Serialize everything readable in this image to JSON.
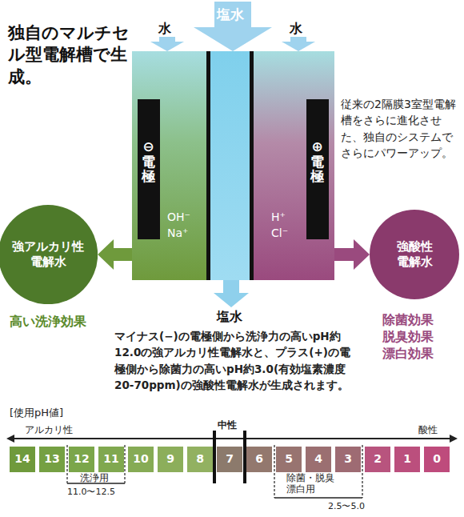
{
  "diagram": {
    "title": "独自のマルチセル型電解槽で生成。",
    "nodes": [
      {
        "text": [
          "OH⁻ Na⁺"
        ]
      },
      {
        "text": [
          "⊖電極"
        ],
        "in": 0
      },
      {
        "text": [
          "H⁺ Cl⁻"
        ]
      },
      {
        "text": [
          "⊕電極"
        ],
        "in": 2
      },
      {
        "text": [
          "強アルカリ性電解水"
        ]
      },
      {
        "text": [
          "強酸性電解水"
        ]
      },
      {
        "text": [
          "14"
        ]
      },
      {
        "text": [
          "13"
        ]
      },
      {
        "text": [
          "12"
        ]
      },
      {
        "text": [
          "11"
        ]
      },
      {
        "text": [
          "10"
        ]
      },
      {
        "text": [
          "9"
        ]
      },
      {
        "text": [
          "8"
        ]
      },
      {
        "text": [
          "7"
        ]
      },
      {
        "text": [
          "6"
        ]
      },
      {
        "text": [
          "5"
        ]
      },
      {
        "text": [
          "4"
        ]
      },
      {
        "text": [
          "3"
        ]
      },
      {
        "text": [
          "2"
        ]
      },
      {
        "text": [
          "1"
        ]
      },
      {
        "text": [
          "0"
        ]
      }
    ],
    "edges": [
      {
        "from": 0,
        "to": 4,
        "arrow": "to"
      },
      {
        "from": 2,
        "to": 5,
        "arrow": "to"
      }
    ],
    "labels": [
      "水",
      "塩水",
      "水",
      "従来の2隔膜3室型電解槽をさらに進化させた、独自のシステムでさらにパワーアップ。",
      "塩水",
      "高い洗浄効果",
      "除菌効果 脱臭効果 漂白効果",
      "マイナス(−)の電極側から洗浄力の高いpH約12.0の強アルカリ性電解水と、プラス(+)の電極側から除菌力の高いpH約3.0(有効塩素濃度20-70ppm)の強酸性電解水が生成されます。",
      "[使用pH値]",
      "アルカリ性",
      "中性",
      "酸性",
      "洗浄用",
      "11.0〜12.5",
      "除菌・脱臭 漂白用",
      "2.5〜5.0"
    ]
  }
}
